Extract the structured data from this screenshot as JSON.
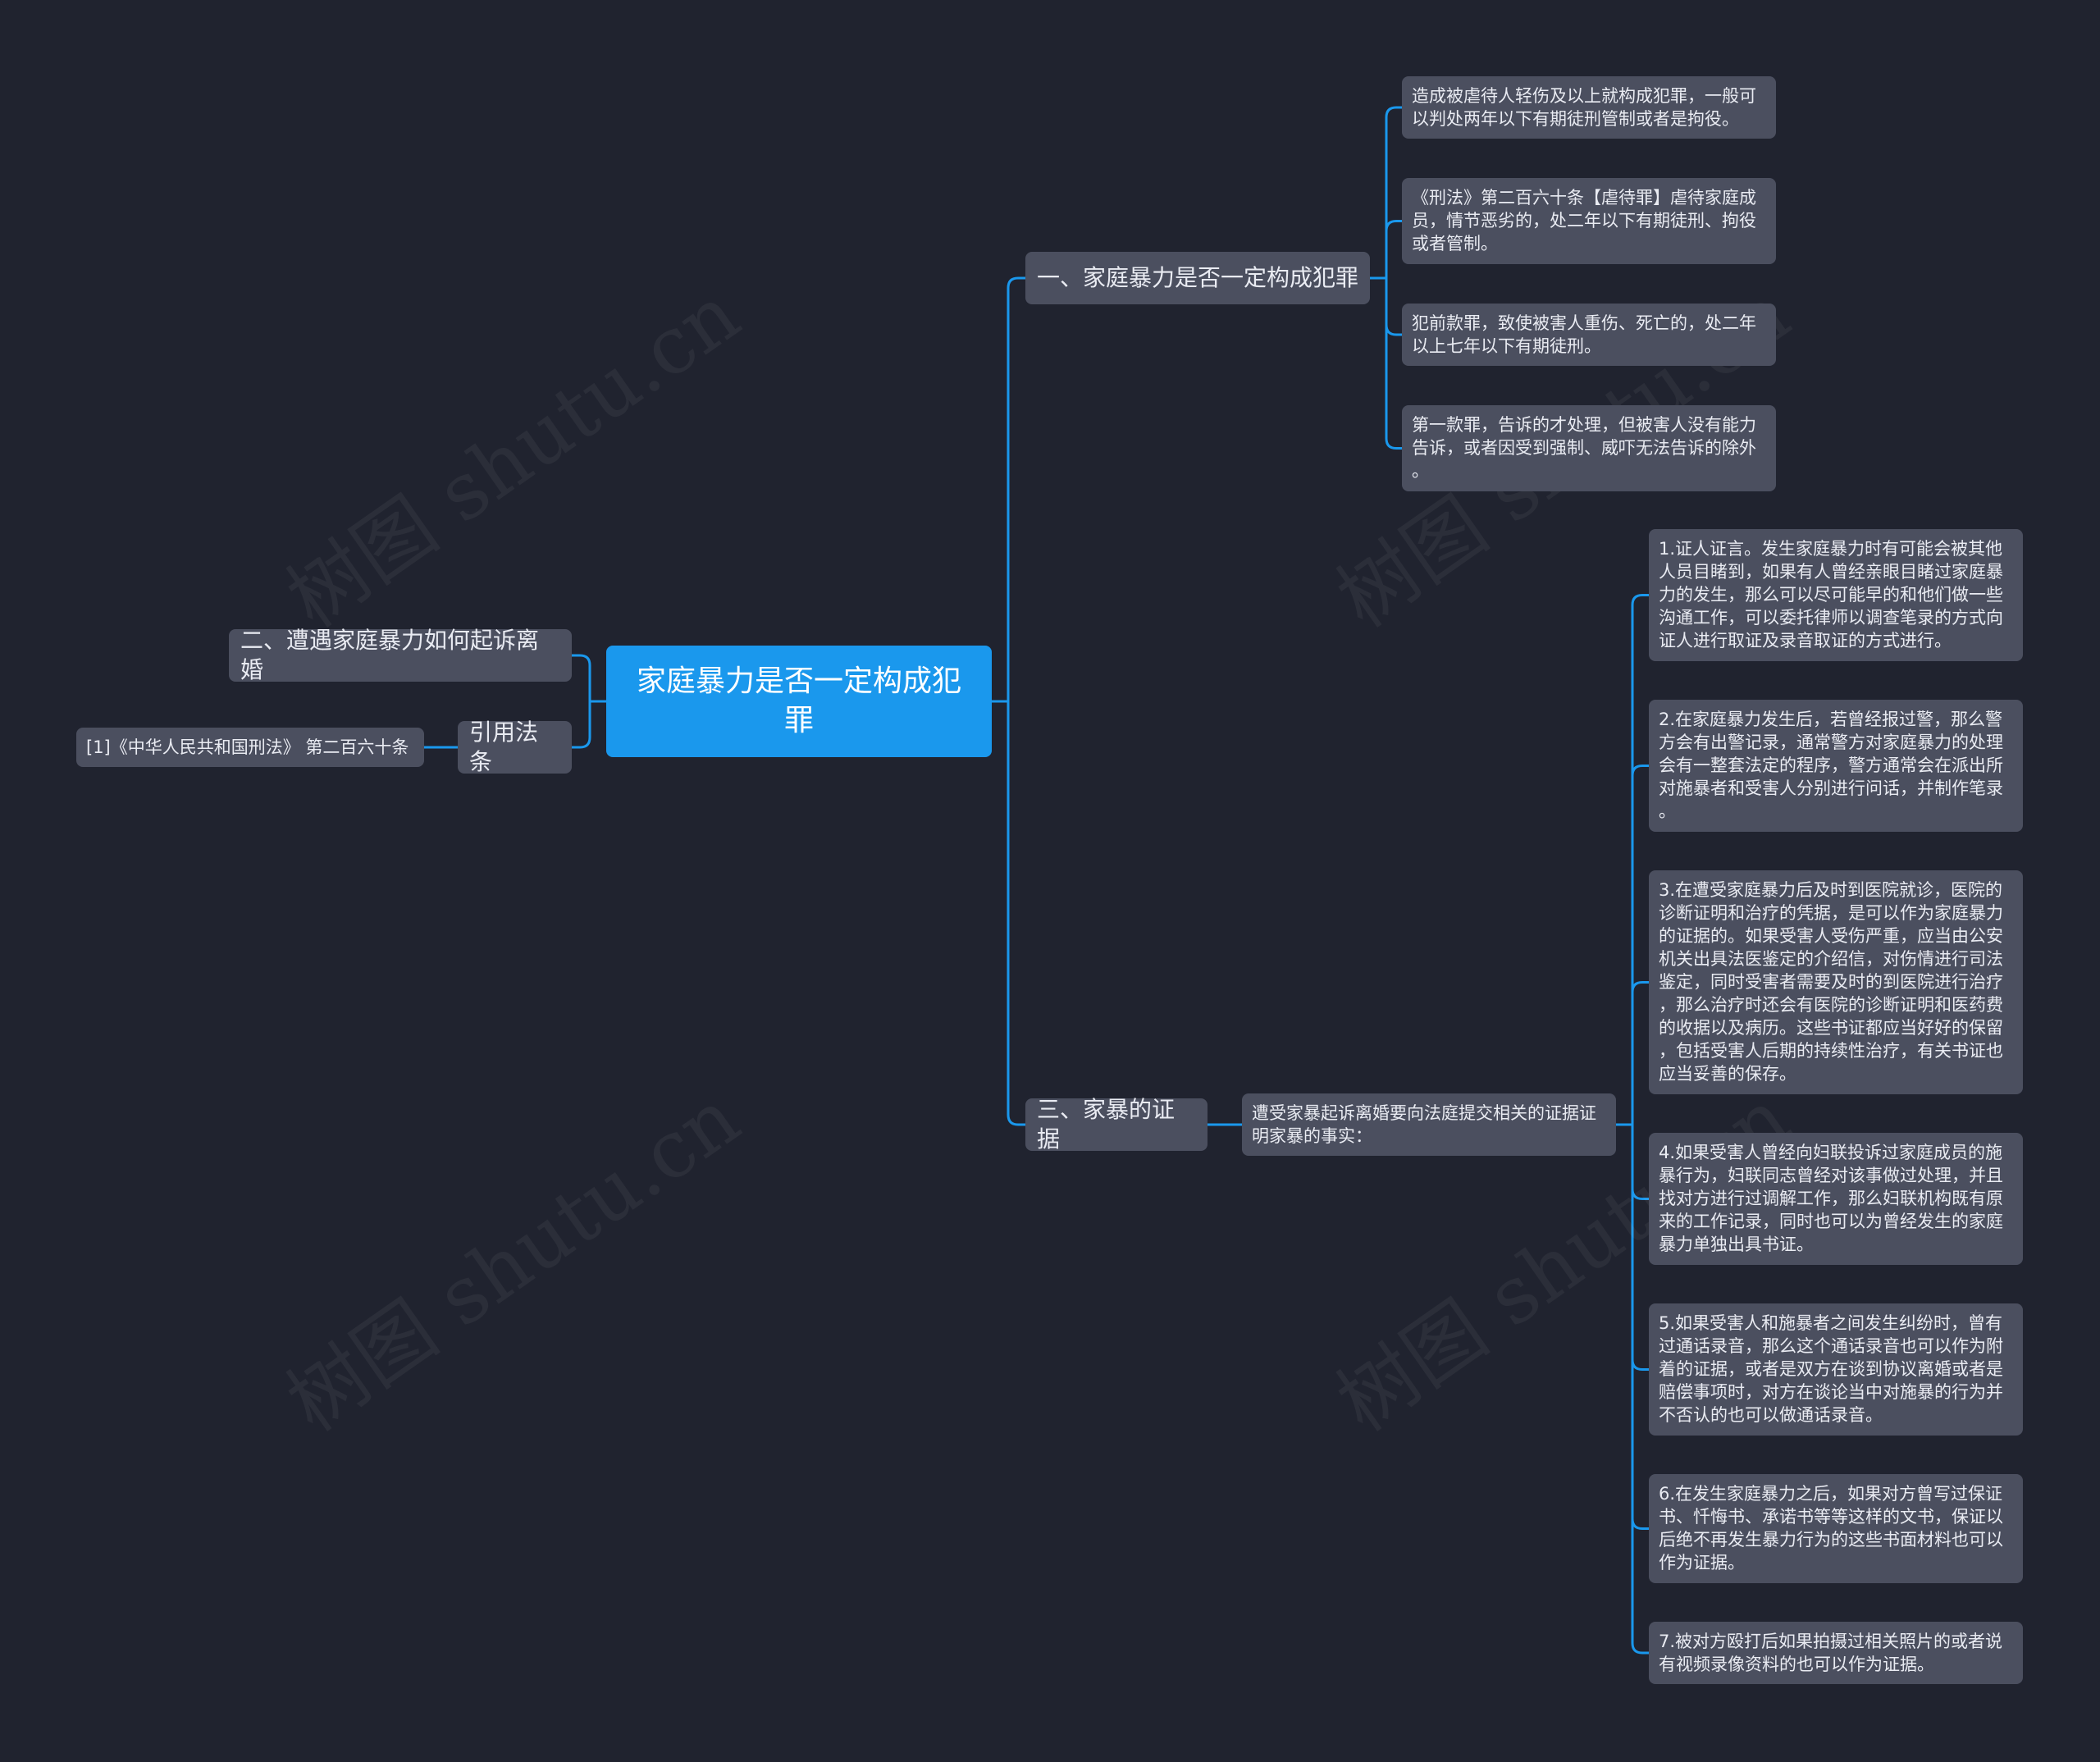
{
  "colors": {
    "background": "#20232f",
    "root_fill": "#1a98ed",
    "node_fill": "#4b4f5f",
    "connector": "#1a98ed"
  },
  "watermark": "树图 shutu.cn",
  "root": {
    "label": "家庭暴力是否一定构成犯\n罪"
  },
  "branch1": {
    "label": "一、家庭暴力是否一定构成犯罪",
    "items": [
      "造成被虐待人轻伤及以上就构成犯罪，一般可\n以判处两年以下有期徒刑管制或者是拘役。",
      "《刑法》第二百六十条【虐待罪】虐待家庭成\n员，情节恶劣的，处二年以下有期徒刑、拘役\n或者管制。",
      "犯前款罪，致使被害人重伤、死亡的，处二年\n以上七年以下有期徒刑。",
      "第一款罪，告诉的才处理，但被害人没有能力\n告诉，或者因受到强制、威吓无法告诉的除外\n。"
    ]
  },
  "branch2": {
    "label": "二、遭遇家庭暴力如何起诉离婚"
  },
  "branch3": {
    "label": "三、家暴的证据",
    "intro": "遭受家暴起诉离婚要向法庭提交相关的证据证\n明家暴的事实：",
    "items": [
      "1.证人证言。发生家庭暴力时有可能会被其他\n人员目睹到，如果有人曾经亲眼目睹过家庭暴\n力的发生，那么可以尽可能早的和他们做一些\n沟通工作，可以委托律师以调查笔录的方式向\n证人进行取证及录音取证的方式进行。",
      "2.在家庭暴力发生后，若曾经报过警，那么警\n方会有出警记录，通常警方对家庭暴力的处理\n会有一整套法定的程序，警方通常会在派出所\n对施暴者和受害人分别进行问话，并制作笔录\n。",
      "3.在遭受家庭暴力后及时到医院就诊，医院的\n诊断证明和治疗的凭据，是可以作为家庭暴力\n的证据的。如果受害人受伤严重，应当由公安\n机关出具法医鉴定的介绍信，对伤情进行司法\n鉴定，同时受害者需要及时的到医院进行治疗\n，那么治疗时还会有医院的诊断证明和医药费\n的收据以及病历。这些书证都应当好好的保留\n，包括受害人后期的持续性治疗，有关书证也\n应当妥善的保存。",
      "4.如果受害人曾经向妇联投诉过家庭成员的施\n暴行为，妇联同志曾经对该事做过处理，并且\n找对方进行过调解工作，那么妇联机构既有原\n来的工作记录，同时也可以为曾经发生的家庭\n暴力单独出具书证。",
      "5.如果受害人和施暴者之间发生纠纷时，曾有\n过通话录音，那么这个通话录音也可以作为附\n着的证据，或者是双方在谈到协议离婚或者是\n赔偿事项时，对方在谈论当中对施暴的行为并\n不否认的也可以做通话录音。",
      "6.在发生家庭暴力之后，如果对方曾写过保证\n书、忏悔书、承诺书等等这样的文书，保证以\n后绝不再发生暴力行为的这些书面材料也可以\n作为证据。",
      "7.被对方殴打后如果拍摄过相关照片的或者说\n有视频录像资料的也可以作为证据。"
    ]
  },
  "citation": {
    "label": "引用法条",
    "item": "[1]《中华人民共和国刑法》 第二百六十条"
  }
}
